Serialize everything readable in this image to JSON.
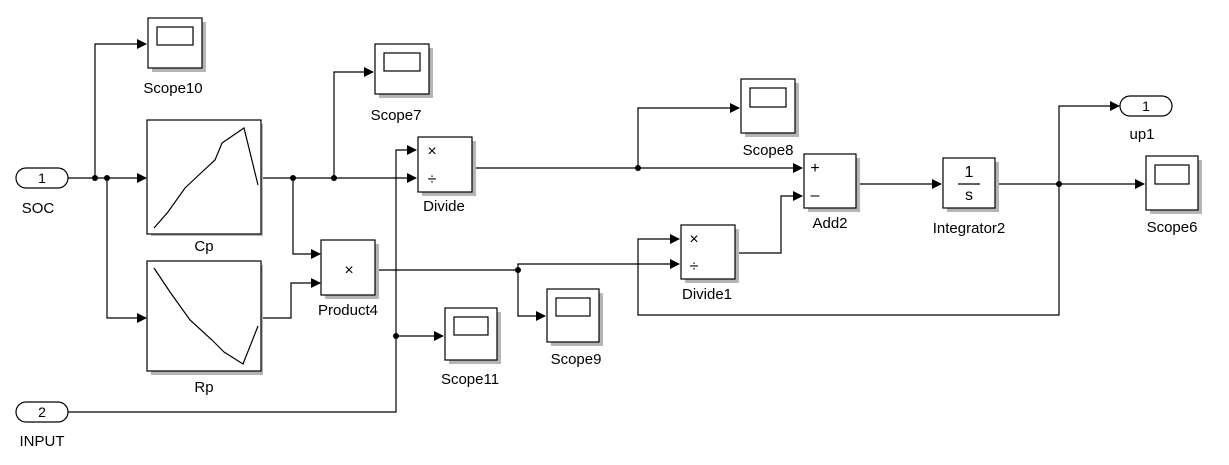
{
  "blocks": {
    "soc": {
      "label": "SOC",
      "port": "1"
    },
    "input": {
      "label": "INPUT",
      "port": "2"
    },
    "up1": {
      "label": "up1",
      "port": "1"
    },
    "cp": {
      "label": "Cp"
    },
    "rp": {
      "label": "Rp"
    },
    "product4": {
      "label": "Product4",
      "symbol": "×"
    },
    "divide": {
      "label": "Divide",
      "mul": "×",
      "div": "÷"
    },
    "divide1": {
      "label": "Divide1",
      "mul": "×",
      "div": "÷"
    },
    "add2": {
      "label": "Add2",
      "plus": "+",
      "minus": "–"
    },
    "integrator2": {
      "label": "Integrator2",
      "num": "1",
      "den": "s"
    },
    "scope10": {
      "label": "Scope10"
    },
    "scope7": {
      "label": "Scope7"
    },
    "scope8": {
      "label": "Scope8"
    },
    "scope9": {
      "label": "Scope9"
    },
    "scope11": {
      "label": "Scope11"
    },
    "scope6": {
      "label": "Scope6"
    }
  }
}
